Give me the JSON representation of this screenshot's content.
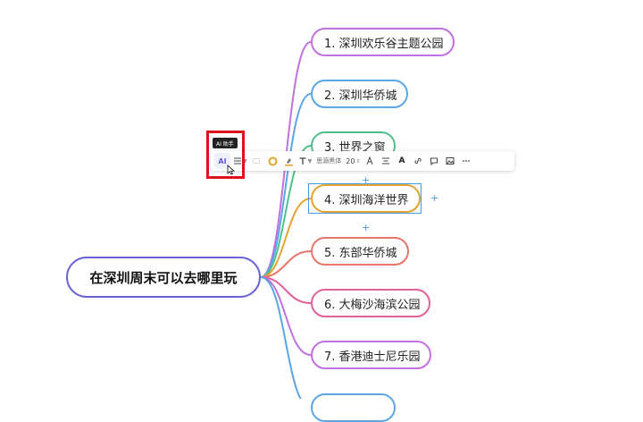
{
  "mindmap": {
    "root": {
      "label": "在深圳周末可以去哪里玩",
      "color": "#6a63d6"
    },
    "branches": [
      {
        "label": "1. 深圳欢乐谷主题公园",
        "color": "#c070e0"
      },
      {
        "label": "2. 深圳华侨城",
        "color": "#5aa6e6"
      },
      {
        "label": "3. 世界之窗",
        "color": "#4fbf8a"
      },
      {
        "label": "4. 深圳海洋世界",
        "color": "#e3a330",
        "selected": true
      },
      {
        "label": "5. 东部华侨城",
        "color": "#e8766a"
      },
      {
        "label": "6. 大梅沙海滨公园",
        "color": "#e0609a"
      },
      {
        "label": "7. 香港迪士尼乐园",
        "color": "#c070e0"
      },
      {
        "label": "",
        "color": "#5aa6e6"
      }
    ]
  },
  "toolbar": {
    "ai_label": "AI",
    "ai_tooltip": "AI 助手",
    "font_name": "思源黑体",
    "font_size": "20",
    "bold_label": "A",
    "icons": [
      "ai-icon",
      "align-icon",
      "shape-icon",
      "fill-color-icon",
      "highlight-color-icon",
      "text-style-icon",
      "font-family-select",
      "font-size-stepper",
      "text-color-icon",
      "text-align-icon",
      "font-color-icon",
      "link-icon",
      "comment-icon",
      "image-icon",
      "more-icon"
    ]
  }
}
